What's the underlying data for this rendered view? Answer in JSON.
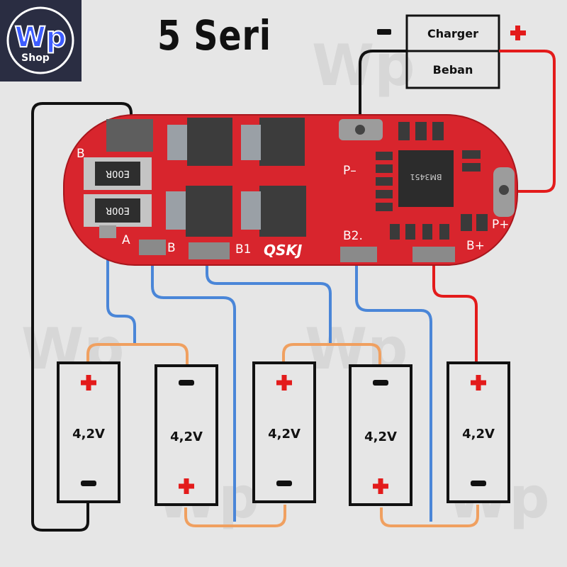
{
  "logo": {
    "main": "Wp",
    "sub": "Shop"
  },
  "title": "5 Seri",
  "load_box": {
    "charger": "Charger",
    "beban": "Beban"
  },
  "pcb": {
    "pad_labels": [
      "B",
      "A",
      "B",
      "B1",
      "B2.",
      "B+",
      "P–",
      "P+"
    ],
    "brand": "QSKJ",
    "resistor_codes": [
      "E00R",
      "E00R"
    ],
    "chip_text": "BM3451"
  },
  "cells": [
    {
      "voltage": "4,2V"
    },
    {
      "voltage": "4,2V"
    },
    {
      "voltage": "4,2V"
    },
    {
      "voltage": "4,2V"
    },
    {
      "voltage": "4,2V"
    }
  ],
  "colors": {
    "pcb": "#d8252d",
    "wire_black": "#111111",
    "wire_red": "#e31b1b",
    "wire_blue": "#4a86d8",
    "wire_orange": "#f0a060",
    "terminal_red": "#e31b1b"
  }
}
